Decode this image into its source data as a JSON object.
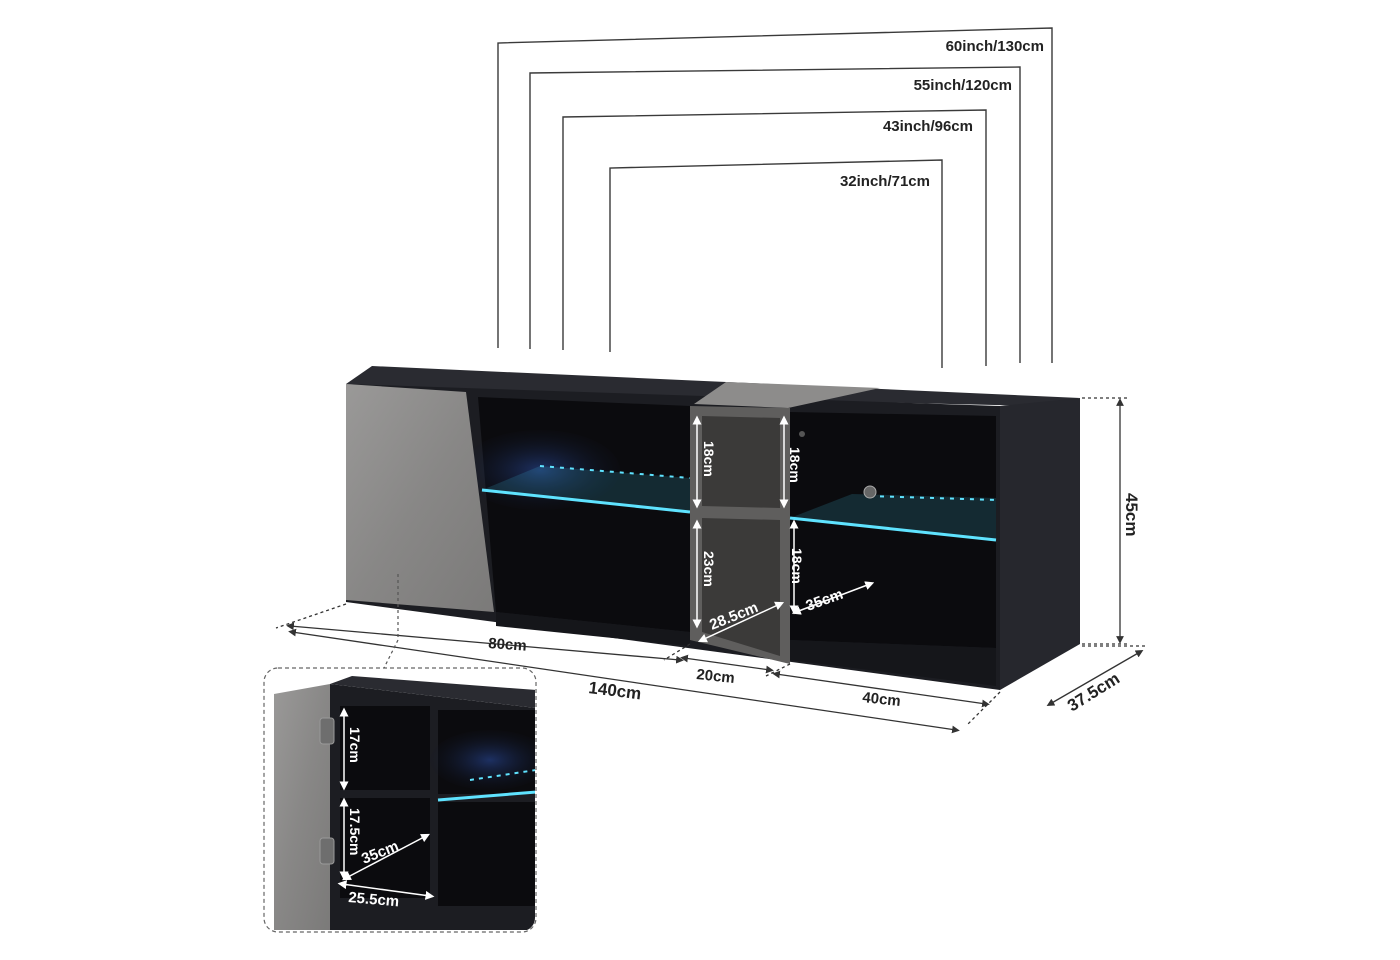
{
  "tv_sizes": [
    {
      "label": "60inch/130cm"
    },
    {
      "label": "55inch/120cm"
    },
    {
      "label": "43inch/96cm"
    },
    {
      "label": "32inch/71cm"
    }
  ],
  "dimensions": {
    "total_width": "140cm",
    "left_section_width": "80cm",
    "middle_section_width": "20cm",
    "right_section_width": "40cm",
    "depth": "37.5cm",
    "height": "45cm",
    "middle_upper_height": "18cm",
    "middle_lower_height": "23cm",
    "middle_depth": "28.5cm",
    "right_upper_height": "18cm",
    "right_lower_height": "18cm",
    "right_depth": "35cm"
  },
  "detail": {
    "upper_height": "17cm",
    "lower_height": "17.5cm",
    "depth": "35cm",
    "width": "25.5cm"
  },
  "colors": {
    "cabinet": "#1c1d22",
    "cabinet_inner": "#0b0b0e",
    "concrete": "#8a8988",
    "led": "#5fe3ff"
  }
}
